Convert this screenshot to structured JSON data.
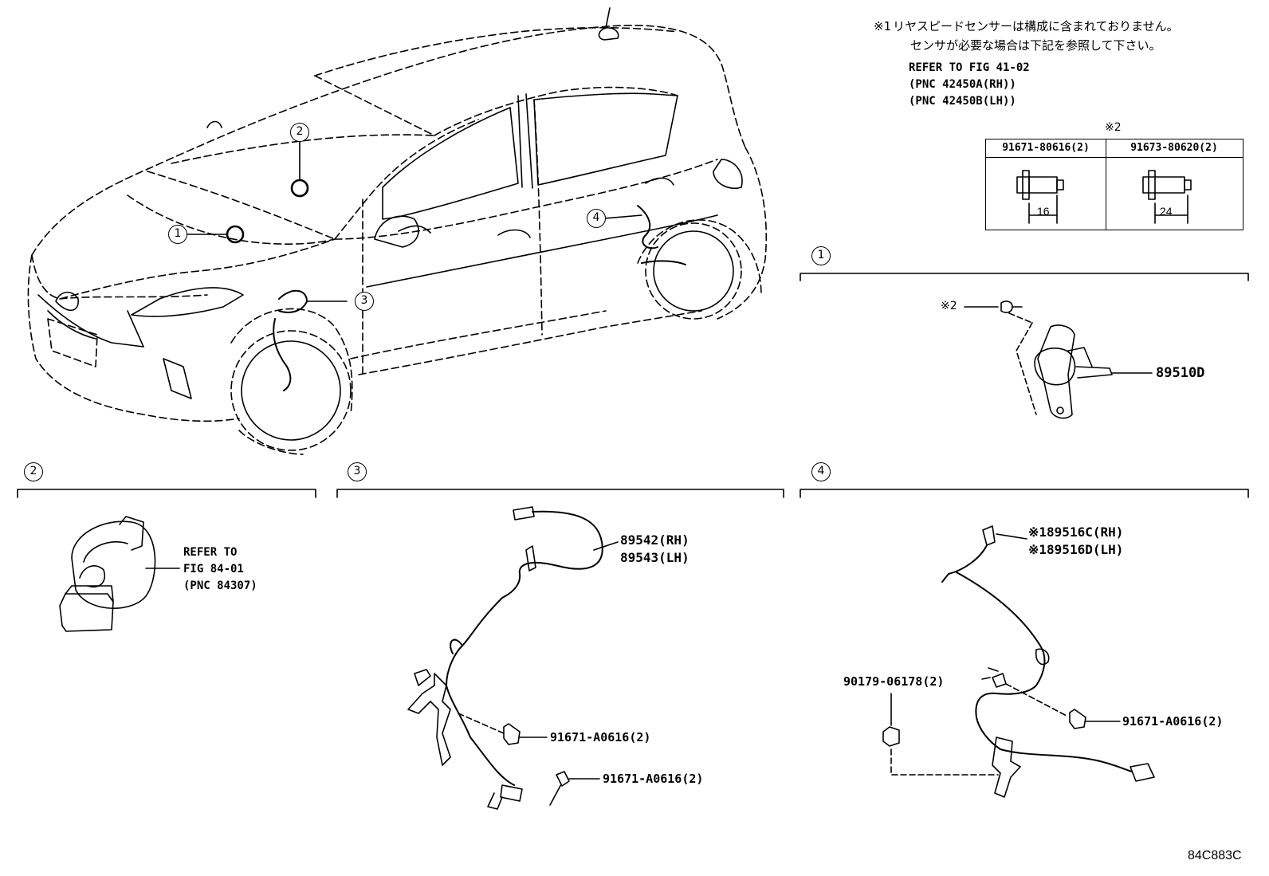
{
  "note": {
    "mark1": "※1",
    "line1": "リヤスピードセンサーは構成に含まれておりません。",
    "line2": "センサが必要な場合は下記を参照して下さい。",
    "line3": "REFER TO FIG 41-02",
    "line4": "(PNC 42450A(RH))",
    "line5": "(PNC 42450B(LH))"
  },
  "table": {
    "mark": "※2",
    "col1": "91671-80616(2)",
    "col2": "91673-80620(2)",
    "dim1": "16",
    "dim2": "24"
  },
  "callouts": [
    "1",
    "2",
    "3",
    "4"
  ],
  "section1": {
    "mark": "※2",
    "part": "89510D"
  },
  "section2": {
    "ref1": "REFER TO",
    "ref2": "FIG 84-01",
    "ref3": "(PNC 84307)"
  },
  "section3": {
    "part_rh": "89542(RH)",
    "part_lh": "89543(LH)",
    "bolt1": "91671-A0616(2)",
    "bolt2": "91671-A0616(2)"
  },
  "section4": {
    "part_rh": "※189516C(RH)",
    "part_lh": "※189516D(LH)",
    "nut": "90179-06178(2)",
    "bolt": "91671-A0616(2)"
  },
  "diagram_code": "84C883C"
}
